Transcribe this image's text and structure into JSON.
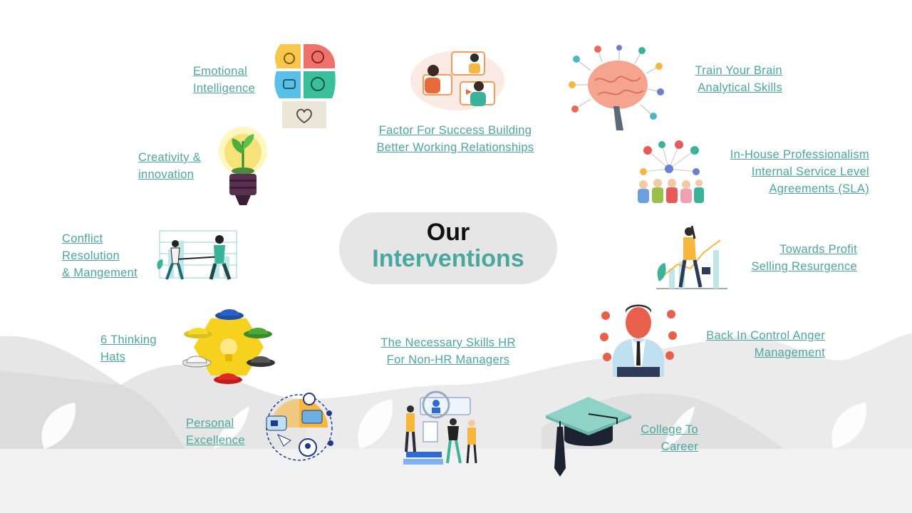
{
  "title": {
    "line1": "Our",
    "line2": "Interventions"
  },
  "colors": {
    "accent": "#4aa7a0",
    "hill": "#e6e6e6",
    "ground": "#f1f1f1"
  },
  "links": {
    "emotional": [
      "Emotional",
      "Intelligence"
    ],
    "factor": [
      "Factor For Success Building",
      "Better Working Relationships"
    ],
    "brain": [
      "Train Your Brain",
      "Analytical Skills"
    ],
    "creativity": [
      "Creativity &",
      "innovation"
    ],
    "inhouse": [
      "In-House Professionalism",
      "Internal Service Level",
      "Agreements (SLA)"
    ],
    "conflict": [
      "Conflict",
      "Resolution",
      "& Mangement"
    ],
    "profit": [
      "Towards Profit",
      "Selling Resurgence"
    ],
    "hats": [
      "6 Thinking",
      "Hats"
    ],
    "hr": [
      "The Necessary Skills HR",
      "For Non-HR Managers"
    ],
    "anger": [
      "Back In Control Anger",
      "Management "
    ],
    "personal": [
      "Personal",
      "Excellence"
    ],
    "college": [
      "College To",
      "Career"
    ]
  },
  "icons": [
    "head-puzzle-icon",
    "video-meeting-icon",
    "brain-network-icon",
    "lightbulb-plant-icon",
    "team-network-icon",
    "tug-of-war-icon",
    "sales-growth-icon",
    "thinking-hats-icon",
    "angry-manager-icon",
    "hr-search-icon",
    "personal-excellence-icon",
    "graduation-cap-icon"
  ]
}
